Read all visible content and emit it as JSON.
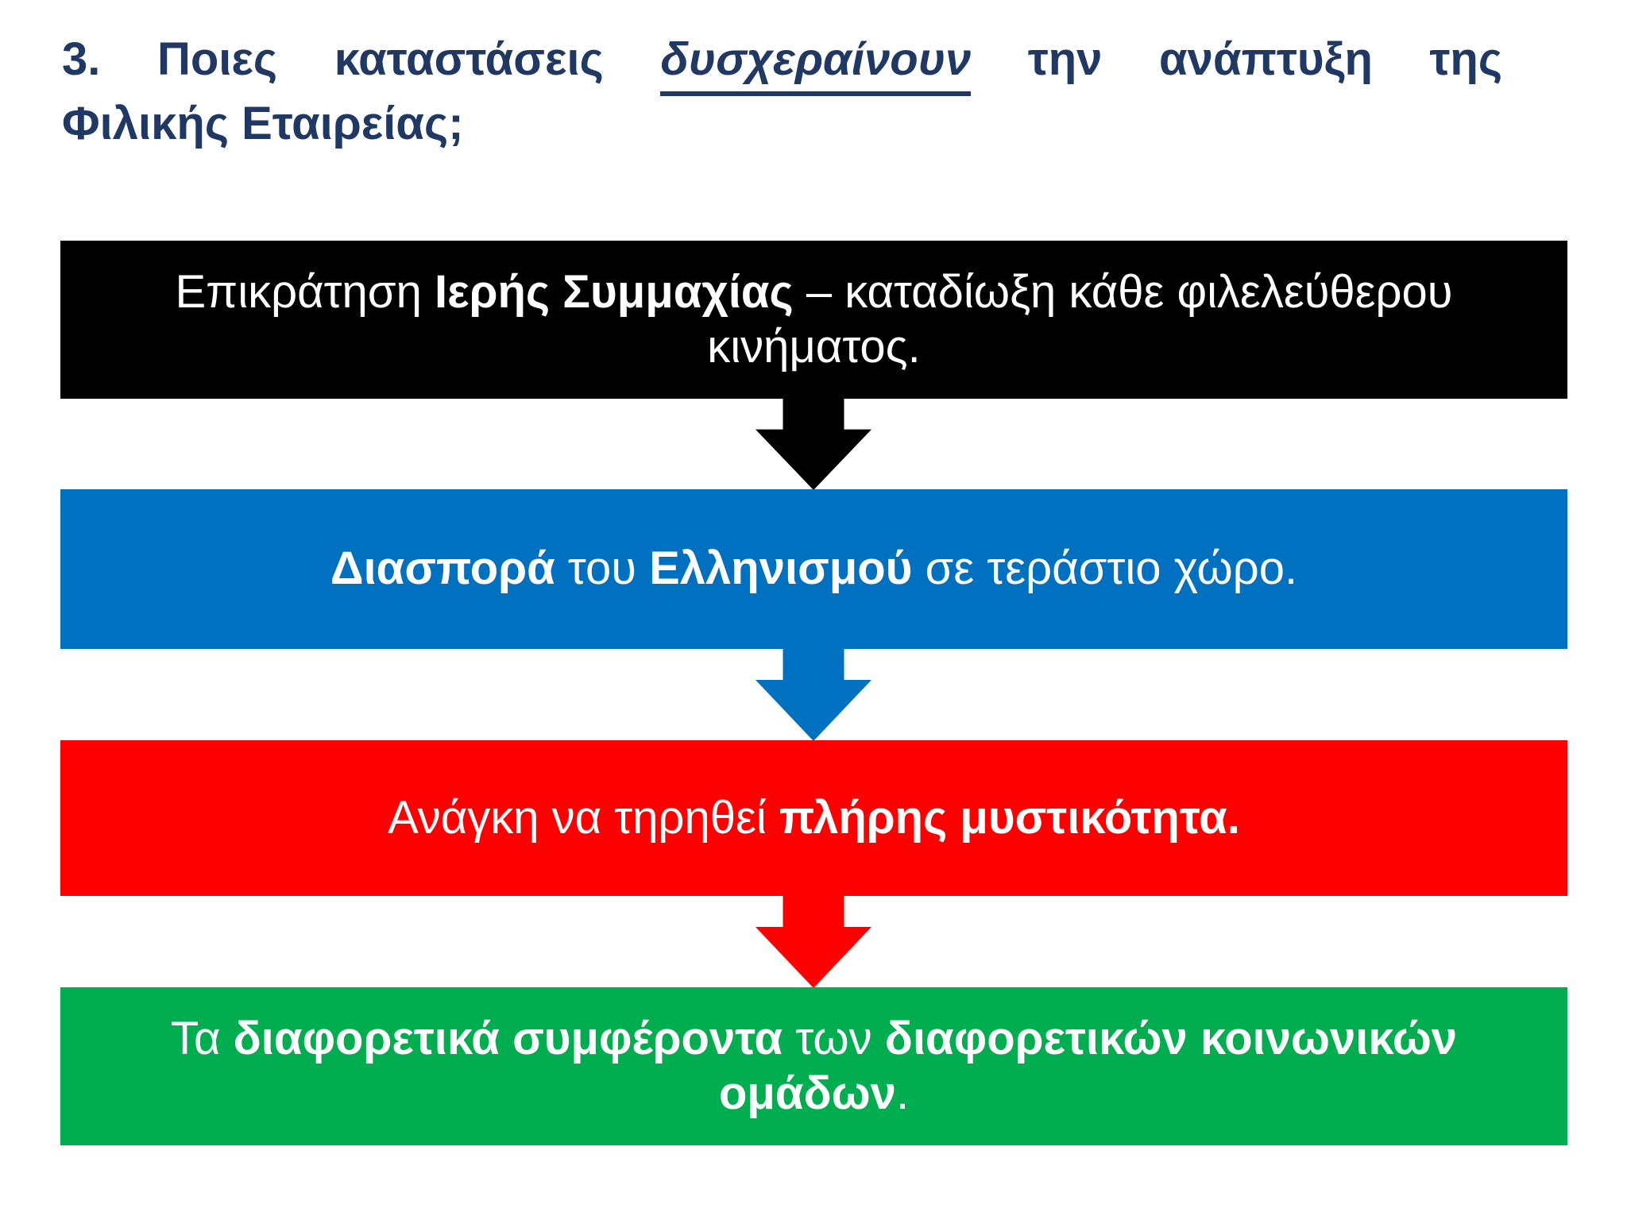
{
  "title": {
    "line1_words": [
      "3.",
      "Ποιες",
      "καταστάσεις",
      "δυσχεραίνουν",
      "την",
      "ανάπτυξη",
      "της"
    ],
    "emphasized_word": "δυσχεραίνουν",
    "line2": "Φιλικής Εταιρείας;"
  },
  "boxes": [
    {
      "name": "holy-alliance",
      "color": "#000000",
      "lines": [
        [
          {
            "t": "Επικράτηση ",
            "b": false
          },
          {
            "t": "Ιερής Συμμαχίας",
            "b": true
          },
          {
            "t": " – καταδίωξη κάθε φιλελεύθερου",
            "b": false
          }
        ],
        [
          {
            "t": "κινήματος.",
            "b": false
          }
        ]
      ]
    },
    {
      "name": "diaspora",
      "color": "#0070C0",
      "lines": [
        [
          {
            "t": "Διασπορά",
            "b": true
          },
          {
            "t": " του ",
            "b": false
          },
          {
            "t": "Ελληνισμού",
            "b": true
          },
          {
            "t": " σε τεράστιο χώρο.",
            "b": false
          }
        ]
      ]
    },
    {
      "name": "secrecy",
      "color": "#FF0000",
      "lines": [
        [
          {
            "t": "Ανάγκη να τηρηθεί ",
            "b": false
          },
          {
            "t": "πλήρης μυστικότητα.",
            "b": true
          }
        ]
      ]
    },
    {
      "name": "different-interests",
      "color": "#00AE50",
      "lines": [
        [
          {
            "t": "Τα ",
            "b": false
          },
          {
            "t": "διαφορετικά συμφέροντα",
            "b": true
          },
          {
            "t": " των ",
            "b": false
          },
          {
            "t": "διαφορετικών κοινωνικών",
            "b": true
          }
        ],
        [
          {
            "t": "ομάδων",
            "b": true
          },
          {
            "t": ".",
            "b": false
          }
        ]
      ]
    }
  ],
  "arrows": [
    {
      "color": "#000000"
    },
    {
      "color": "#0070C0"
    },
    {
      "color": "#FF0000"
    }
  ],
  "colors": {
    "title_text": "#1F3864",
    "box_text": "#FFFFFF",
    "black_box": "#000000",
    "blue_box": "#0070C0",
    "red_box": "#FF0000",
    "green_box": "#00AE50",
    "background": "#FFFFFF"
  }
}
